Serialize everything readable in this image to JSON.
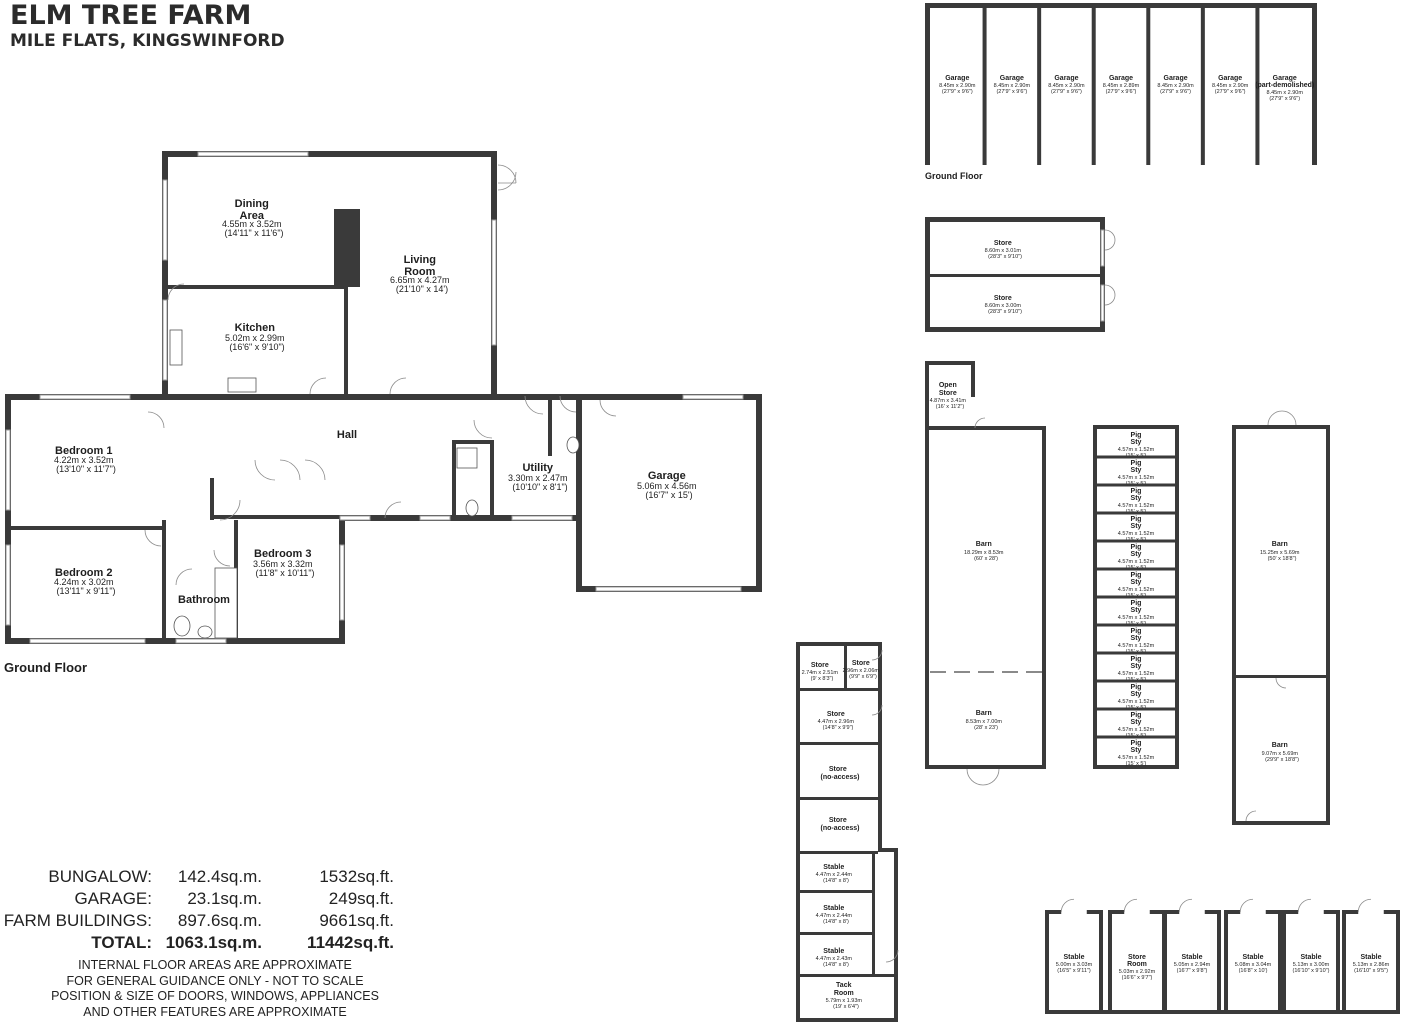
{
  "header": {
    "title": "ELM TREE FARM",
    "subtitle": "MILE FLATS, KINGSWINFORD"
  },
  "bungalow": {
    "floor_label": "Ground Floor",
    "rooms": [
      {
        "name": "Dining\nArea",
        "dims_m": "4.55m x 3.52m",
        "dims_ft": "(14'11\" x 11'6\")"
      },
      {
        "name": "Living\nRoom",
        "dims_m": "6.65m x 4.27m",
        "dims_ft": "(21'10\" x 14')"
      },
      {
        "name": "Kitchen",
        "dims_m": "5.02m x 2.99m",
        "dims_ft": "(16'6\" x 9'10\")"
      },
      {
        "name": "Hall",
        "dims_m": "",
        "dims_ft": ""
      },
      {
        "name": "Bedroom 1",
        "dims_m": "4.22m x 3.52m",
        "dims_ft": "(13'10\" x 11'7\")"
      },
      {
        "name": "Bedroom 2",
        "dims_m": "4.24m x 3.02m",
        "dims_ft": "(13'11\" x 9'11\")"
      },
      {
        "name": "Bedroom 3",
        "dims_m": "3.56m x 3.32m",
        "dims_ft": "(11'8\" x 10'11\")"
      },
      {
        "name": "Bathroom",
        "dims_m": "",
        "dims_ft": ""
      },
      {
        "name": "Utility",
        "dims_m": "3.30m x 2.47m",
        "dims_ft": "(10'10\" x 8'1\")"
      },
      {
        "name": "Garage",
        "dims_m": "5.06m x 4.56m",
        "dims_ft": "(16'7\" x 15')"
      }
    ]
  },
  "garages": {
    "floor_label": "Ground Floor",
    "units": [
      {
        "name": "Garage",
        "dims_m": "8.45m x 2.90m",
        "dims_ft": "(27'9\" x 9'6\")"
      },
      {
        "name": "Garage",
        "dims_m": "8.45m x 2.90m",
        "dims_ft": "(27'9\" x 9'6\")"
      },
      {
        "name": "Garage",
        "dims_m": "8.45m x 2.90m",
        "dims_ft": "(27'9\" x 9'6\")"
      },
      {
        "name": "Garage",
        "dims_m": "8.45m x 2.89m",
        "dims_ft": "(27'9\" x 9'6\")"
      },
      {
        "name": "Garage",
        "dims_m": "8.45m x 2.90m",
        "dims_ft": "(27'9\" x 9'6\")"
      },
      {
        "name": "Garage",
        "dims_m": "8.45m x 2.90m",
        "dims_ft": "(27'9\" x 9'6\")"
      },
      {
        "name": "Garage\n(part-demolished)",
        "dims_m": "8.45m x 2.90m",
        "dims_ft": "(27'9\" x 9'6\")"
      }
    ]
  },
  "stores": [
    {
      "name": "Store",
      "dims_m": "8.60m x 3.01m",
      "dims_ft": "(28'3\" x 9'10\")"
    },
    {
      "name": "Store",
      "dims_m": "8.60m x 3.00m",
      "dims_ft": "(28'3\" x 9'10\")"
    }
  ],
  "barn_a": [
    {
      "name": "Open\nStore",
      "dims_m": "4.87m x 3.41m",
      "dims_ft": "(16' x 11'2\")"
    },
    {
      "name": "Barn",
      "dims_m": "18.29m x 8.53m",
      "dims_ft": "(60' x 28')"
    },
    {
      "name": "Barn",
      "dims_m": "8.53m x 7.00m",
      "dims_ft": "(28' x 23')"
    }
  ],
  "pig_sties": {
    "name": "Pig\nSty",
    "dims_m": "4.57m x 1.52m",
    "dims_ft": "(15' x 5')",
    "count": 12
  },
  "barn_b": [
    {
      "name": "Barn",
      "dims_m": "15.25m x 5.69m",
      "dims_ft": "(50' x 18'8\")"
    },
    {
      "name": "Barn",
      "dims_m": "9.07m x 5.69m",
      "dims_ft": "(29'9\" x 18'8\")"
    }
  ],
  "stable_block": [
    {
      "name": "Store",
      "dims_m": "2.74m x 2.51m",
      "dims_ft": "(9' x 8'3\")"
    },
    {
      "name": "Store",
      "dims_m": "2.96m x 2.06m",
      "dims_ft": "(9'9\" x 6'9\")"
    },
    {
      "name": "Store",
      "dims_m": "4.47m x 2.96m",
      "dims_ft": "(14'8\" x 9'9\")"
    },
    {
      "name": "Store\n(no-access)",
      "dims_m": "",
      "dims_ft": ""
    },
    {
      "name": "Store\n(no-access)",
      "dims_m": "",
      "dims_ft": ""
    },
    {
      "name": "Stable",
      "dims_m": "4.47m x 2.44m",
      "dims_ft": "(14'8\" x 8')"
    },
    {
      "name": "Stable",
      "dims_m": "4.47m x 2.44m",
      "dims_ft": "(14'8\" x 8')"
    },
    {
      "name": "Stable",
      "dims_m": "4.47m x 2.43m",
      "dims_ft": "(14'8\" x 8')"
    },
    {
      "name": "Tack\nRoom",
      "dims_m": "5.79m x 1.93m",
      "dims_ft": "(19' x 6'4\")"
    }
  ],
  "stable_row": [
    {
      "name": "Stable",
      "dims_m": "5.00m x 3.03m",
      "dims_ft": "(16'5\" x 9'11\")"
    },
    {
      "name": "Store\nRoom",
      "dims_m": "5.03m x 2.92m",
      "dims_ft": "(16'6\" x 9'7\")"
    },
    {
      "name": "Stable",
      "dims_m": "5.05m x 2.94m",
      "dims_ft": "(16'7\" x 9'8\")"
    },
    {
      "name": "Stable",
      "dims_m": "5.08m x 3.04m",
      "dims_ft": "(16'8\" x 10')"
    },
    {
      "name": "Stable",
      "dims_m": "5.13m x 3.00m",
      "dims_ft": "(16'10\" x 9'10\")"
    },
    {
      "name": "Stable",
      "dims_m": "5.13m x 2.86m",
      "dims_ft": "(16'10\" x 9'5\")"
    }
  ],
  "areas": [
    {
      "label": "BUNGALOW:",
      "sqm": "142.4sq.m.",
      "sqft": "1532sq.ft."
    },
    {
      "label": "GARAGE:",
      "sqm": "23.1sq.m.",
      "sqft": "249sq.ft."
    },
    {
      "label": "FARM BUILDINGS:",
      "sqm": "897.6sq.m.",
      "sqft": "9661sq.ft."
    },
    {
      "label": "TOTAL:",
      "sqm": "1063.1sq.m.",
      "sqft": "11442sq.ft."
    }
  ],
  "notes": [
    "INTERNAL FLOOR AREAS ARE APPROXIMATE",
    "FOR GENERAL GUIDANCE ONLY - NOT TO SCALE",
    "POSITION & SIZE OF DOORS, WINDOWS, APPLIANCES",
    "AND OTHER FEATURES ARE APPROXIMATE"
  ]
}
